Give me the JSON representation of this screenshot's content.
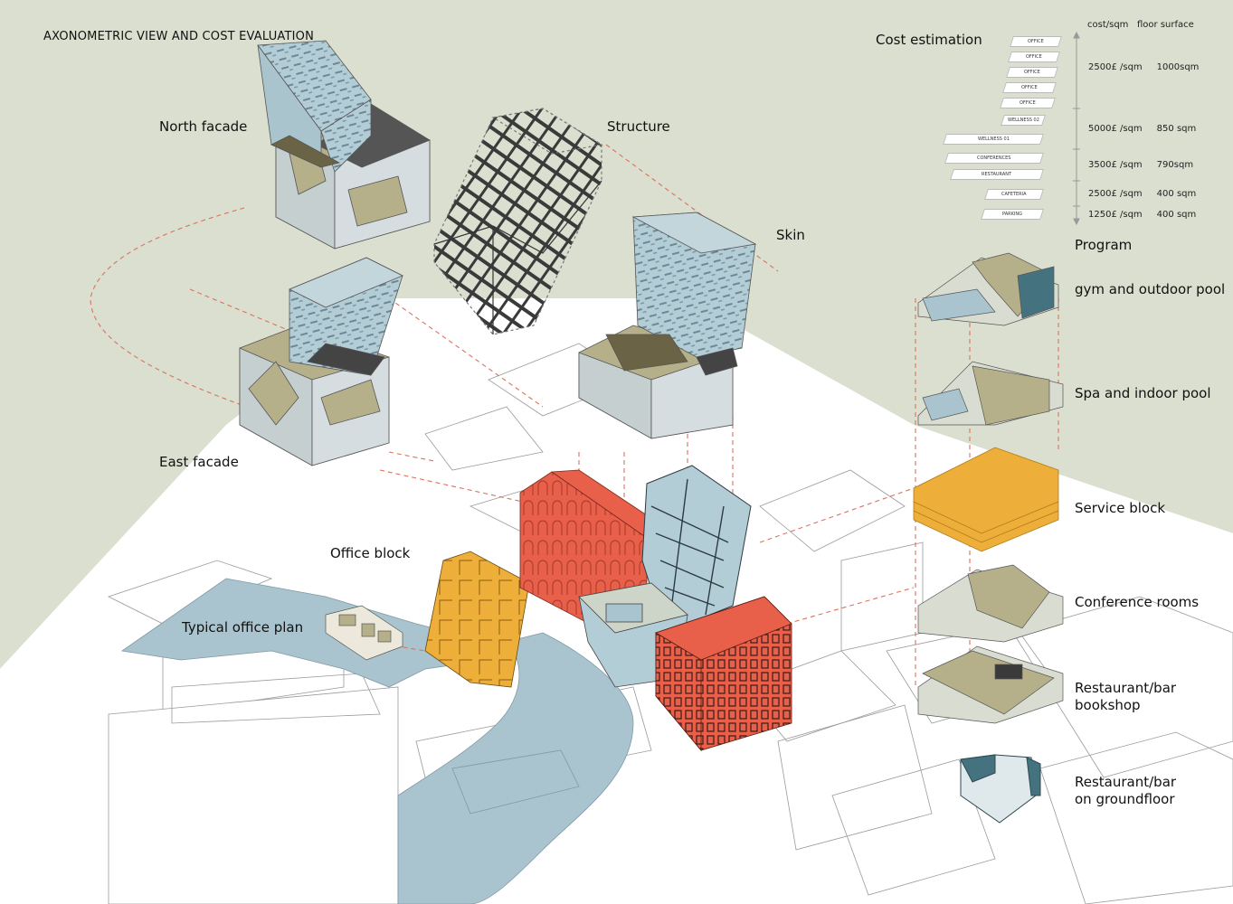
{
  "title": "AXONOMETRIC VIEW AND COST EVALUATION",
  "labels": {
    "north_facade": "North facade",
    "east_facade": "East facade",
    "structure": "Structure",
    "skin": "Skin",
    "office_block": "Office block",
    "typical_office_plan": "Typical office plan",
    "cost_estimation": "Cost estimation",
    "program": "Program"
  },
  "cost": {
    "header_cost": "cost/sqm",
    "header_floor": "floor surface",
    "floors": [
      "OFFICE",
      "OFFICE",
      "OFFICE",
      "OFFICE",
      "OFFICE",
      "WELLNESS 02",
      "WELLNESS 01",
      "CONFERENCES",
      "RESTAURANT",
      "CAFETERIA",
      "PARKING"
    ],
    "rows": [
      {
        "cost": "2500£ /sqm",
        "floor": "1000sqm"
      },
      {
        "cost": "5000£ /sqm",
        "floor": "850 sqm"
      },
      {
        "cost": "3500£ /sqm",
        "floor": "790sqm"
      },
      {
        "cost": "2500£ /sqm",
        "floor": "400 sqm"
      },
      {
        "cost": "1250£ /sqm",
        "floor": "400 sqm"
      }
    ]
  },
  "program": [
    {
      "line1": "gym and outdoor pool",
      "line2": ""
    },
    {
      "line1": "Spa and indoor pool",
      "line2": ""
    },
    {
      "line1": "Service block",
      "line2": ""
    },
    {
      "line1": "Conference rooms",
      "line2": ""
    },
    {
      "line1": "Restaurant/bar",
      "line2": "bookshop"
    },
    {
      "line1": "Restaurant/bar",
      "line2": "on groundfloor"
    }
  ],
  "colors": {
    "background_sage": "#dadfcf",
    "water": "#a9c4ce",
    "brick_red": "#e8604a",
    "office_yellow": "#eeae3a",
    "glass_blue": "#b3cdd6",
    "khaki": "#b6b08a",
    "dashed_red": "#d9735f"
  }
}
